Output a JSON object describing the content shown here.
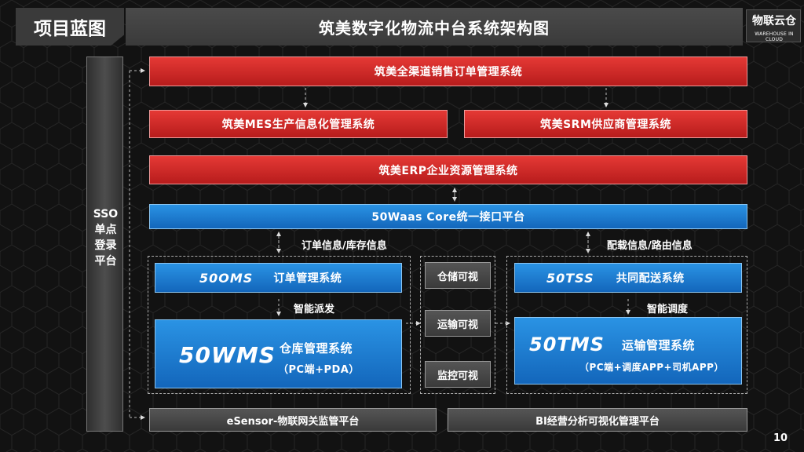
{
  "header": {
    "tag": "项目蓝图",
    "title": "筑美数字化物流中台系统架构图"
  },
  "logo": {
    "name": "物联云仓",
    "subtitle": "WAREHOUSE IN CLOUD"
  },
  "sso": {
    "lines": [
      "SSO",
      "单点",
      "登录",
      "平台"
    ]
  },
  "layers": {
    "sales": "筑美全渠道销售订单管理系统",
    "mes": "筑美MES生产信息化管理系统",
    "srm": "筑美SRM供应商管理系统",
    "erp": "筑美ERP企业资源管理系统",
    "core": "50Waas Core统一接口平台"
  },
  "flows": {
    "left": "订单信息/库存信息",
    "right": "配载信息/路由信息"
  },
  "oms": {
    "brand": "50OMS",
    "label": "订单管理系统"
  },
  "dispatch": "智能派发",
  "wms": {
    "brand": "50WMS",
    "label": "仓库管理系统",
    "sub": "（PC端+PDA）"
  },
  "visual": {
    "warehouse": "仓储可视",
    "transport": "运输可视",
    "monitor": "监控可视"
  },
  "tss": {
    "brand": "50TSS",
    "label": "共同配送系统"
  },
  "schedule": "智能调度",
  "tms": {
    "brand": "50TMS",
    "label": "运输管理系统",
    "sub": "（PC端+调度APP+司机APP）"
  },
  "bottom": {
    "esensor": "eSensor-物联网关监管平台",
    "bi": "BI经营分析可视化管理平台"
  },
  "page_number": "10",
  "colors": {
    "red": "#d32f2f",
    "blue": "#1e7fd4",
    "gray": "#4a4a4a",
    "background": "#121212"
  }
}
